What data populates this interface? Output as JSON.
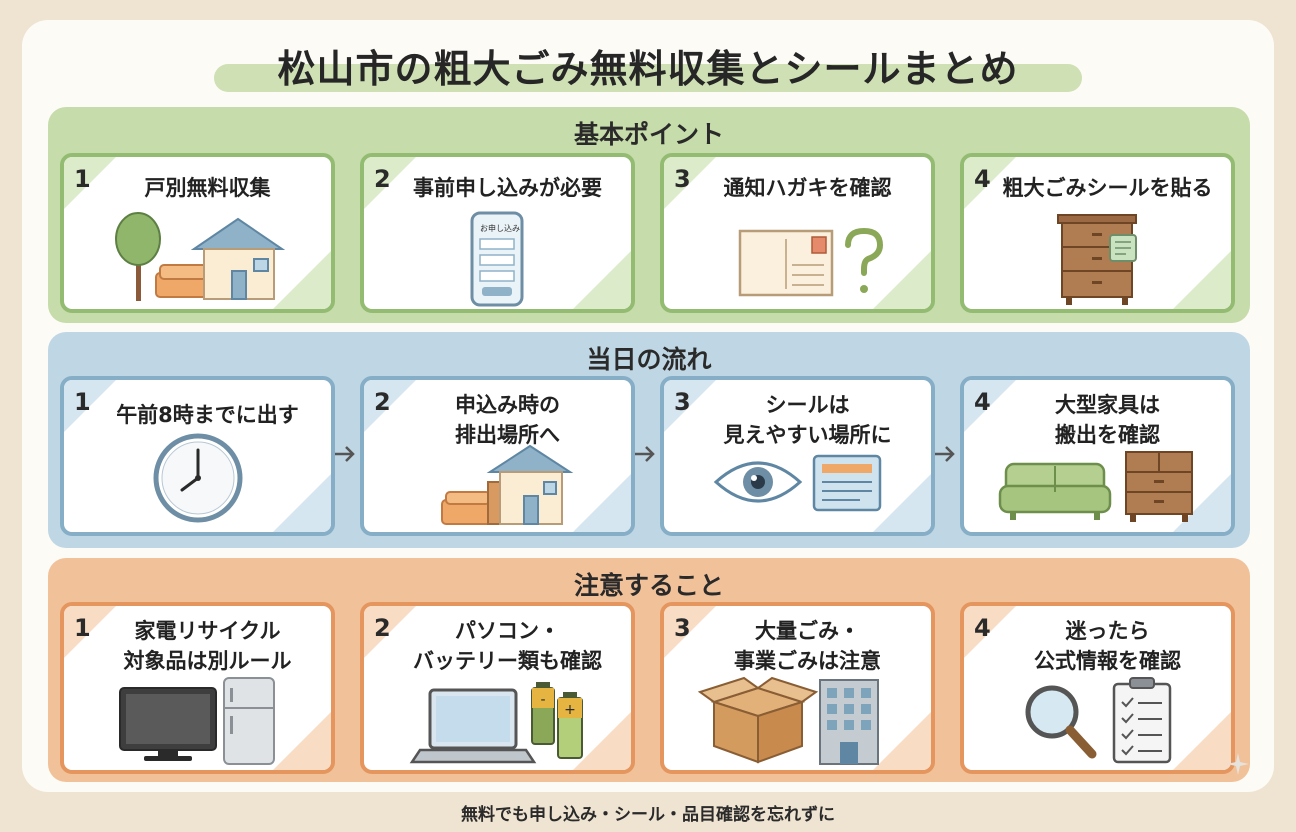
{
  "title": "松山市の粗大ごみ無料収集とシールまとめ",
  "sections": [
    {
      "title": "基本ポイント",
      "steps": [
        {
          "num": "1",
          "label": "戸別無料収集"
        },
        {
          "num": "2",
          "label": "事前申し込みが必要",
          "phone_screen_title": "お申し込み"
        },
        {
          "num": "3",
          "label": "通知ハガキを確認"
        },
        {
          "num": "4",
          "label": "粗大ごみシールを貼る"
        }
      ]
    },
    {
      "title": "当日の流れ",
      "steps": [
        {
          "num": "1",
          "label": "午前8時までに出す"
        },
        {
          "num": "2",
          "label": "申込み時の\n排出場所へ"
        },
        {
          "num": "3",
          "label": "シールは\n見えやすい場所に"
        },
        {
          "num": "4",
          "label": "大型家具は\n搬出を確認"
        }
      ]
    },
    {
      "title": "注意すること",
      "steps": [
        {
          "num": "1",
          "label": "家電リサイクル\n対象品は別ルール"
        },
        {
          "num": "2",
          "label": "パソコン・\nバッテリー類も確認"
        },
        {
          "num": "3",
          "label": "大量ごみ・\n事業ごみは注意"
        },
        {
          "num": "4",
          "label": "迷ったら\n公式情報を確認"
        }
      ]
    }
  ],
  "footer": "無料でも申し込み・シール・品目確認を忘れずに",
  "colors": {
    "green_panel": "#c6dcab",
    "blue_panel": "#bfd6e4",
    "orange_panel": "#f1c199",
    "background": "#efe3d1"
  },
  "icons": {
    "s0": [
      "tree-house-sofa-icon",
      "smartphone-form-icon",
      "postcard-question-icon",
      "dresser-sticker-icon"
    ],
    "s1": [
      "clock-icon",
      "house-furniture-icon",
      "eye-sticker-icon",
      "sofa-dresser-icon"
    ],
    "s2": [
      "tv-fridge-icon",
      "laptop-battery-icon",
      "box-building-icon",
      "magnifier-checklist-icon"
    ]
  }
}
